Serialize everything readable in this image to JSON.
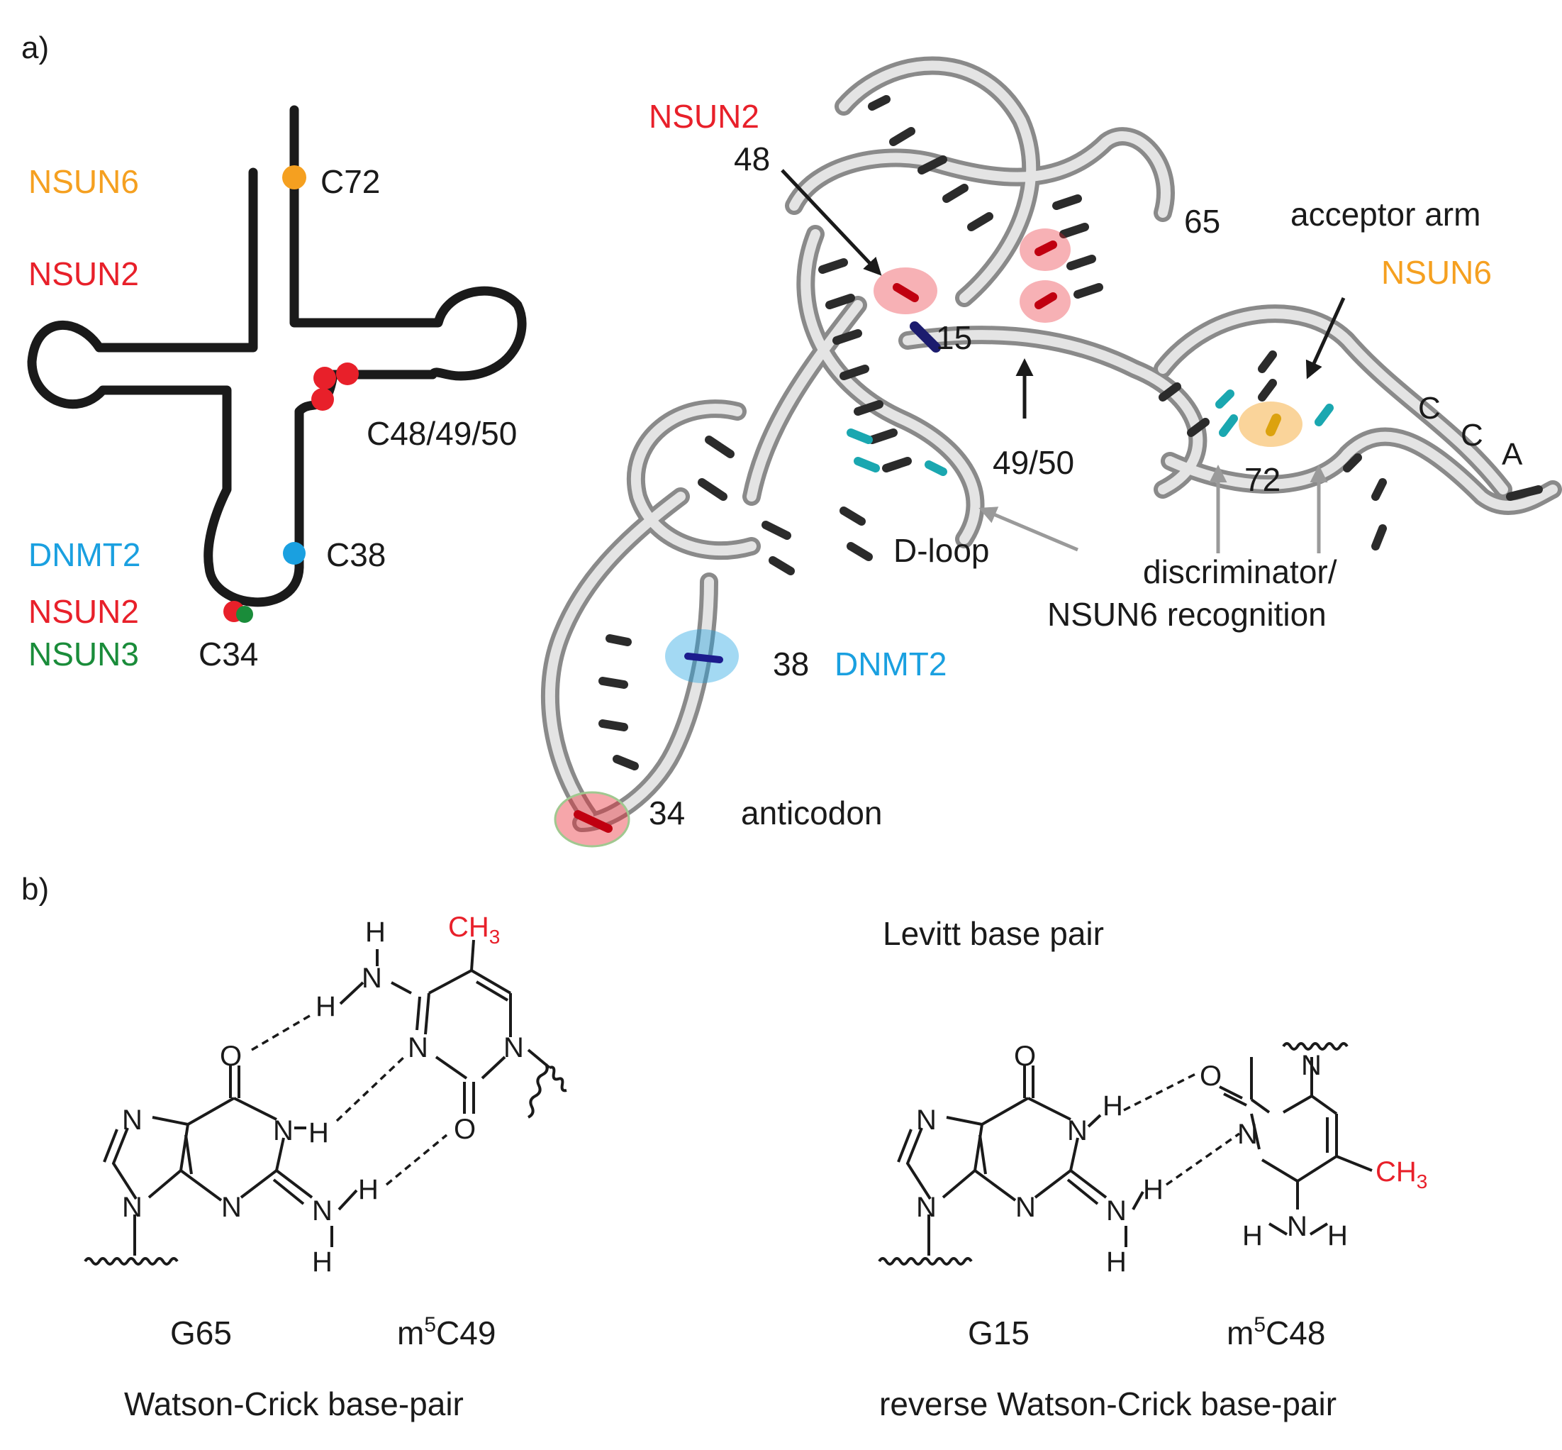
{
  "colors": {
    "nsun2": "#e8202a",
    "nsun3": "#1a8c3a",
    "nsun6": "#f5a020",
    "dnmt2": "#1aa0e0",
    "ink": "#1a1a1a",
    "arrow_gray": "#9a9a9a",
    "ribbon": "#cfcfcf",
    "base_dark": "#2b2b2b",
    "base_teal": "#1aa7b0",
    "base_navy": "#1c1c6e"
  },
  "panel_a": {
    "label": "a)",
    "schematic": {
      "enzyme_nsun6": "NSUN6",
      "enzyme_nsun2_top": "NSUN2",
      "enzyme_dnmt2": "DNMT2",
      "enzyme_nsun2_bottom": "NSUN2",
      "enzyme_nsun3": "NSUN3",
      "site_c72": "C72",
      "site_c48": "C48/49/50",
      "site_c38": "C38",
      "site_c34": "C34"
    },
    "structure": {
      "enzyme_nsun2": "NSUN2",
      "num_48": "48",
      "num_65": "65",
      "acceptor_arm": "acceptor arm",
      "enzyme_nsun6": "NSUN6",
      "num_15": "15",
      "num_4950": "49/50",
      "cca_c1": "C",
      "cca_c2": "C",
      "cca_a": "A",
      "num_72": "72",
      "dloop": "D-loop",
      "discriminator_line1": "discriminator/",
      "discriminator_line2": "NSUN6 recognition",
      "num_38": "38",
      "enzyme_dnmt2": "DNMT2",
      "num_34": "34",
      "anticodon": "anticodon"
    }
  },
  "panel_b": {
    "label": "b)",
    "levitt": "Levitt base pair",
    "left": {
      "g_label": "G65",
      "c_label_prefix": "m",
      "c_label_sup": "5",
      "c_label_suffix": "C49",
      "caption": "Watson-Crick base-pair",
      "methyl": "CH",
      "methyl_sub": "3"
    },
    "right": {
      "g_label": "G15",
      "c_label_prefix": "m",
      "c_label_sup": "5",
      "c_label_suffix": "C48",
      "caption": "reverse Watson-Crick base-pair",
      "methyl": "CH",
      "methyl_sub": "3"
    },
    "atoms": {
      "N": "N",
      "O": "O",
      "H": "H"
    }
  }
}
